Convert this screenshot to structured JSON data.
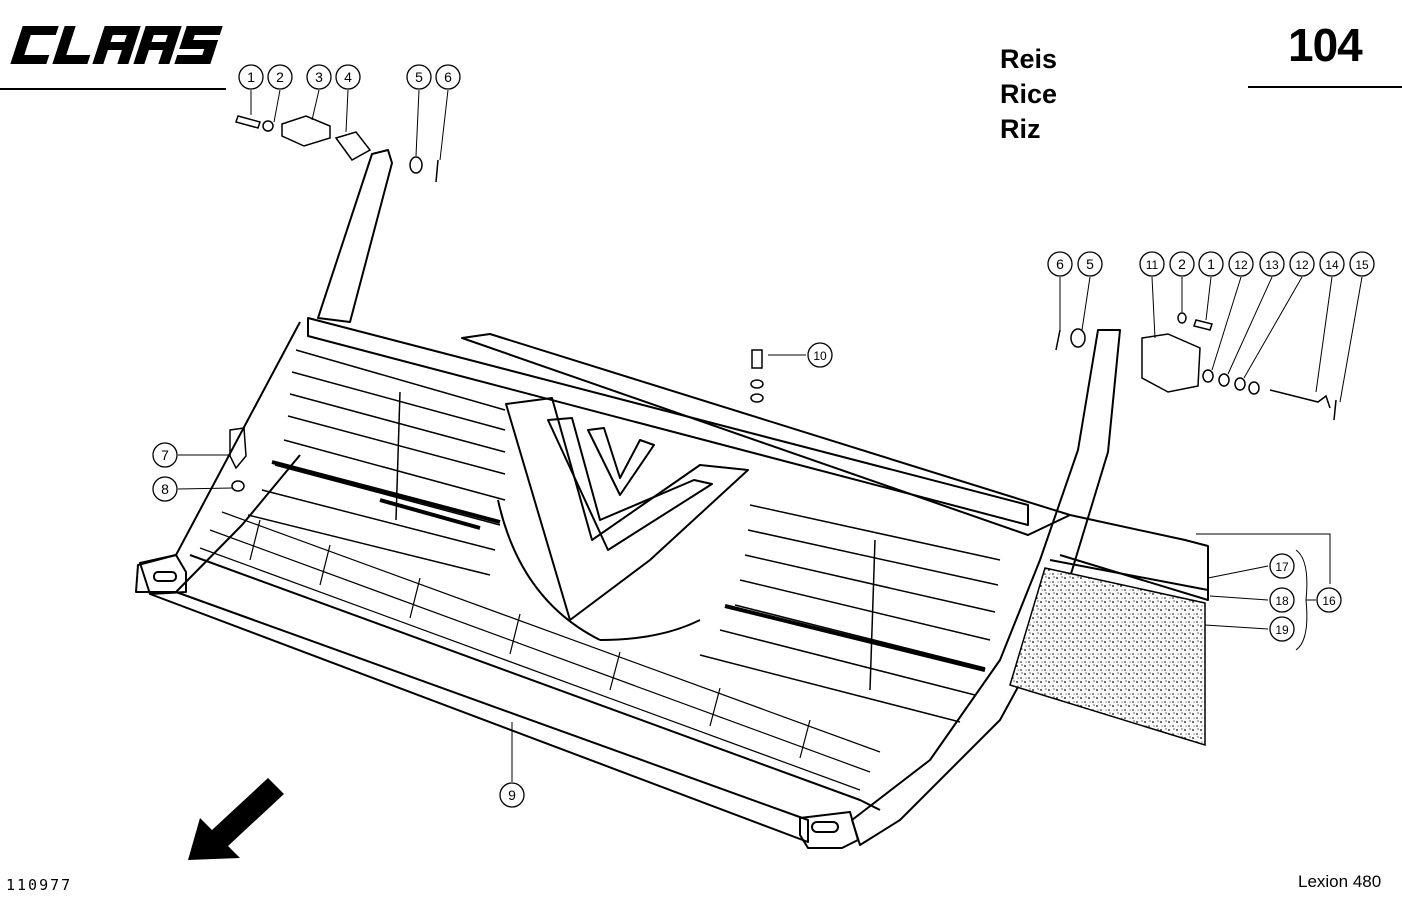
{
  "header": {
    "brand": "CLAAS",
    "page_number": "104",
    "titles": [
      "Reis",
      "Rice",
      "Riz"
    ]
  },
  "footer": {
    "drawing_number": "110977",
    "model": "Lexion 480"
  },
  "callouts": [
    {
      "label": "1"
    },
    {
      "label": "2"
    },
    {
      "label": "3"
    },
    {
      "label": "4"
    },
    {
      "label": "5"
    },
    {
      "label": "6"
    },
    {
      "label": "6"
    },
    {
      "label": "5"
    },
    {
      "label": "11"
    },
    {
      "label": "2"
    },
    {
      "label": "1"
    },
    {
      "label": "12"
    },
    {
      "label": "13"
    },
    {
      "label": "12"
    },
    {
      "label": "14"
    },
    {
      "label": "15"
    },
    {
      "label": "10"
    },
    {
      "label": "7"
    },
    {
      "label": "8"
    },
    {
      "label": "17"
    },
    {
      "label": "18"
    },
    {
      "label": "19"
    },
    {
      "label": "16"
    },
    {
      "label": "9"
    }
  ]
}
